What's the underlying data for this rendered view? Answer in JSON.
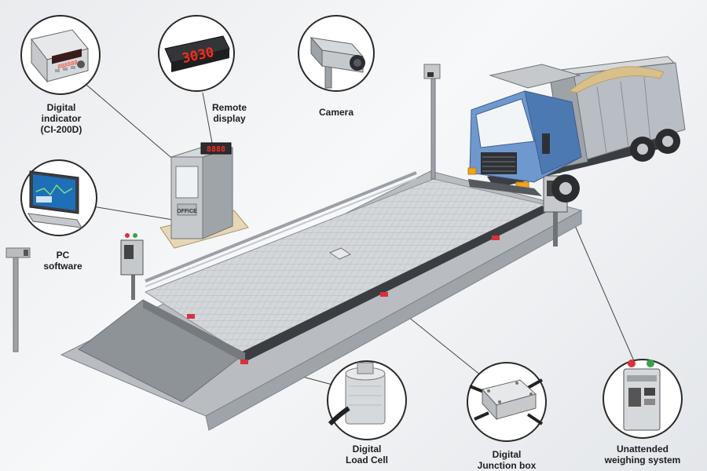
{
  "labels": {
    "digital_indicator": [
      "Digital",
      "indicator",
      "(CI-200D)"
    ],
    "remote_display": [
      "Remote",
      "display"
    ],
    "camera": [
      "Camera"
    ],
    "pc_software": [
      "PC",
      "software"
    ],
    "load_cell": [
      "Digital",
      "Load Cell"
    ],
    "junction_box": [
      "Digital",
      "Junction box"
    ],
    "unattended": [
      "Unattended",
      "weighing system"
    ]
  },
  "remote_display_reading": "3030",
  "office_sign": "OFFICE",
  "colors": {
    "truck_cab": "#6f98cf",
    "truck_cab_dark": "#4d79b3",
    "dump_bed": "#b9bec4",
    "cargo": "#d9c08a",
    "platform": "#c9cdd1",
    "display_digits": "#ff2a1a",
    "load_cell_pad": "#d8323a",
    "callout_ring": "#2a2a2a",
    "leader_line": "#444444"
  },
  "icons": [
    "digital-indicator-icon",
    "remote-display-icon",
    "camera-icon",
    "pc-monitor-icon",
    "load-cell-icon",
    "junction-box-icon",
    "weighing-terminal-icon",
    "truck-icon",
    "office-booth-icon"
  ]
}
